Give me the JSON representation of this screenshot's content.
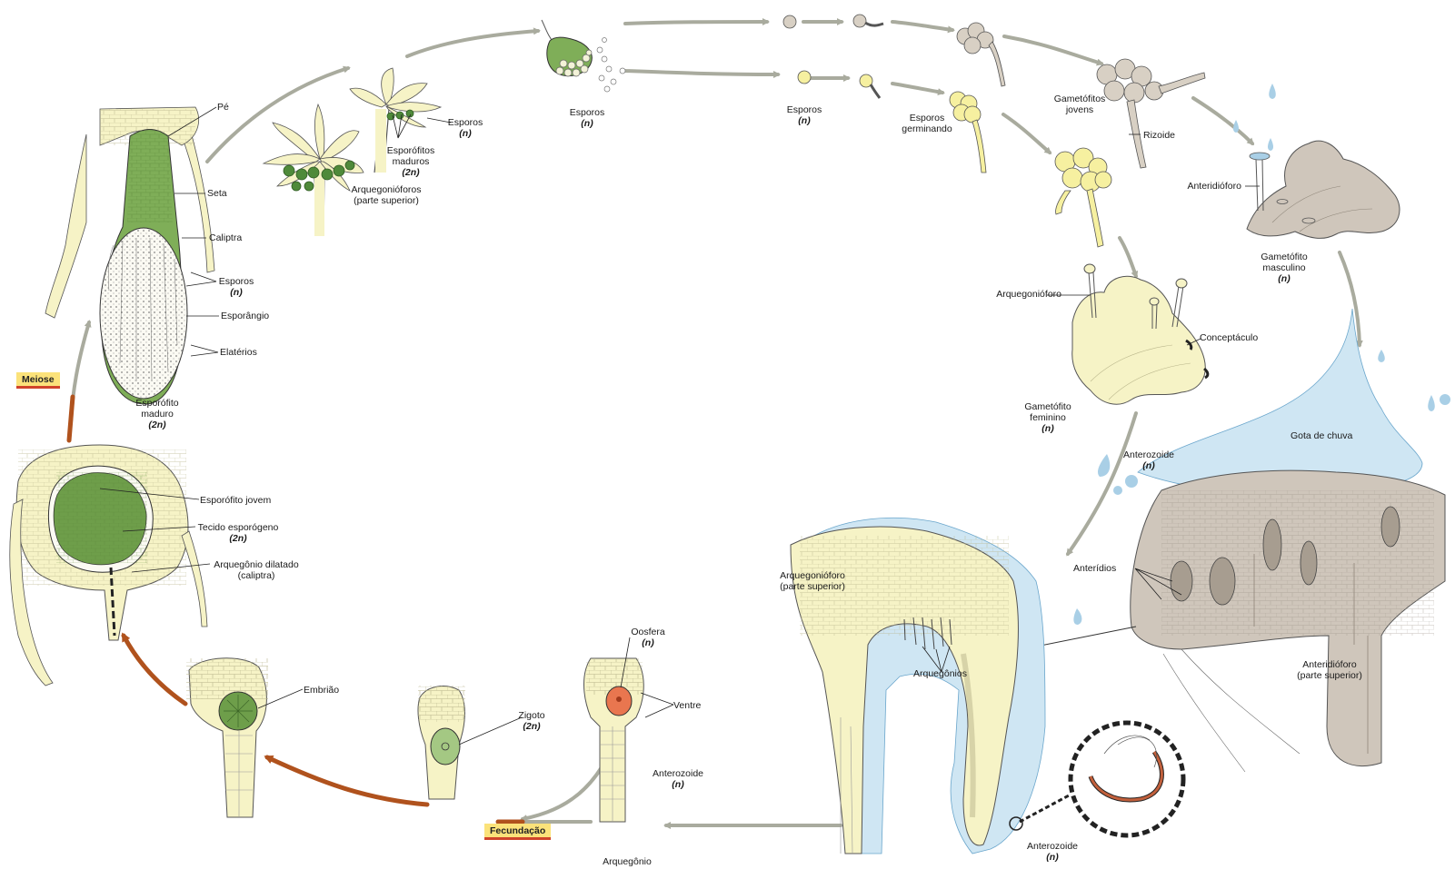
{
  "colors": {
    "arrow_gray": "#a9ab9e",
    "arrow_brown": "#b0521d",
    "plant_yellow": "#f6f3c6",
    "plant_gray": "#cfc6bb",
    "sporophyte_green": "#7fae58",
    "water_blue": "#a9cfe6",
    "oosphere": "#e9764f",
    "tag_fill": "#fbe27a",
    "tag_border": "#d0442a"
  },
  "tags": {
    "meiose": "Meiose",
    "fecundacao": "Fecundação"
  },
  "labels": {
    "pe": "Pé",
    "seta": "Seta",
    "caliptra": "Caliptra",
    "esporos_sporangium": [
      "Esporos",
      "(n)"
    ],
    "esporangio": "Esporângio",
    "elaterios": "Elatérios",
    "esporofito_maduro": [
      "Esporófito",
      "maduro",
      "(2n)"
    ],
    "arqueg_parte_superior_top": [
      "Arquegonióforos",
      "(parte superior)"
    ],
    "esporofitos_maduros": [
      "Esporófitos",
      "maduros",
      "(2n)"
    ],
    "esporos_small": [
      "Esporos",
      "(n)"
    ],
    "esporos_top": [
      "Esporos",
      "(n)"
    ],
    "esporos_mid": [
      "Esporos",
      "(n)"
    ],
    "esporos_germinando": [
      "Esporos",
      "germinando"
    ],
    "gametofitos_jovens": [
      "Gametófitos",
      "jovens"
    ],
    "rizoide": "Rizoide",
    "anteridioforo": "Anteridióforo",
    "gametofito_masculino": [
      "Gametófito",
      "masculino",
      "(n)"
    ],
    "arquegonioforo": "Arquegonióforo",
    "conceptaculo": "Conceptáculo",
    "gametofito_feminino": [
      "Gametófito",
      "feminino",
      "(n)"
    ],
    "gota_de_chuva": "Gota de chuva",
    "anterozoide_drop": [
      "Anterozoide",
      "(n)"
    ],
    "anteridios": "Anterídios",
    "anteridioforo_parte_superior": [
      "Anteridióforo",
      "(parte superior)"
    ],
    "arquegonioforo_parte_superior": [
      "Arquegonióforo",
      "(parte superior)"
    ],
    "arquegonios": "Arquegônios",
    "anterozoide_bottom": [
      "Anterozoide",
      "(n)"
    ],
    "oosfera": [
      "Oosfera",
      "(n)"
    ],
    "ventre": "Ventre",
    "anterozoide_archegonium": [
      "Anterozoide",
      "(n)"
    ],
    "arquegonio": "Arquegônio",
    "zigoto": [
      "Zigoto",
      "(2n)"
    ],
    "embriao": "Embrião",
    "esporofito_jovem": "Esporófito jovem",
    "tecido_esporogeno": [
      "Tecido esporógeno",
      "(2n)"
    ],
    "arquegonio_dilatado": [
      "Arquegônio dilatado",
      "(caliptra)"
    ]
  }
}
